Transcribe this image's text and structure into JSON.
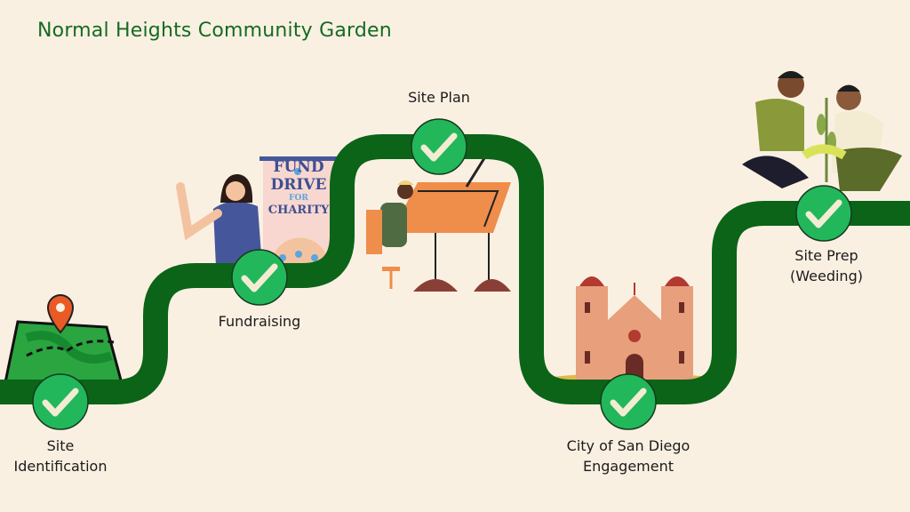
{
  "title": "Normal Heights Community Garden",
  "colors": {
    "background": "#faf0e2",
    "path": "#0b6418",
    "check": "#22b75b",
    "title": "#146b22"
  },
  "milestones": [
    {
      "line1": "Site",
      "line2": "Identification",
      "status": "complete",
      "icon": "check-icon"
    },
    {
      "line1": "Fundraising",
      "status": "complete",
      "icon": "check-icon"
    },
    {
      "line1": "Site Plan",
      "status": "complete",
      "icon": "check-icon"
    },
    {
      "line1": "City of San Diego",
      "line2": "Engagement",
      "status": "complete",
      "icon": "check-icon"
    },
    {
      "line1": "Site Prep",
      "line2": "(Weeding)",
      "status": "complete",
      "icon": "check-icon"
    }
  ],
  "sign": {
    "line1": "FUND",
    "line2": "DRIVE",
    "line3": "FOR",
    "line4": "CHARITY"
  }
}
